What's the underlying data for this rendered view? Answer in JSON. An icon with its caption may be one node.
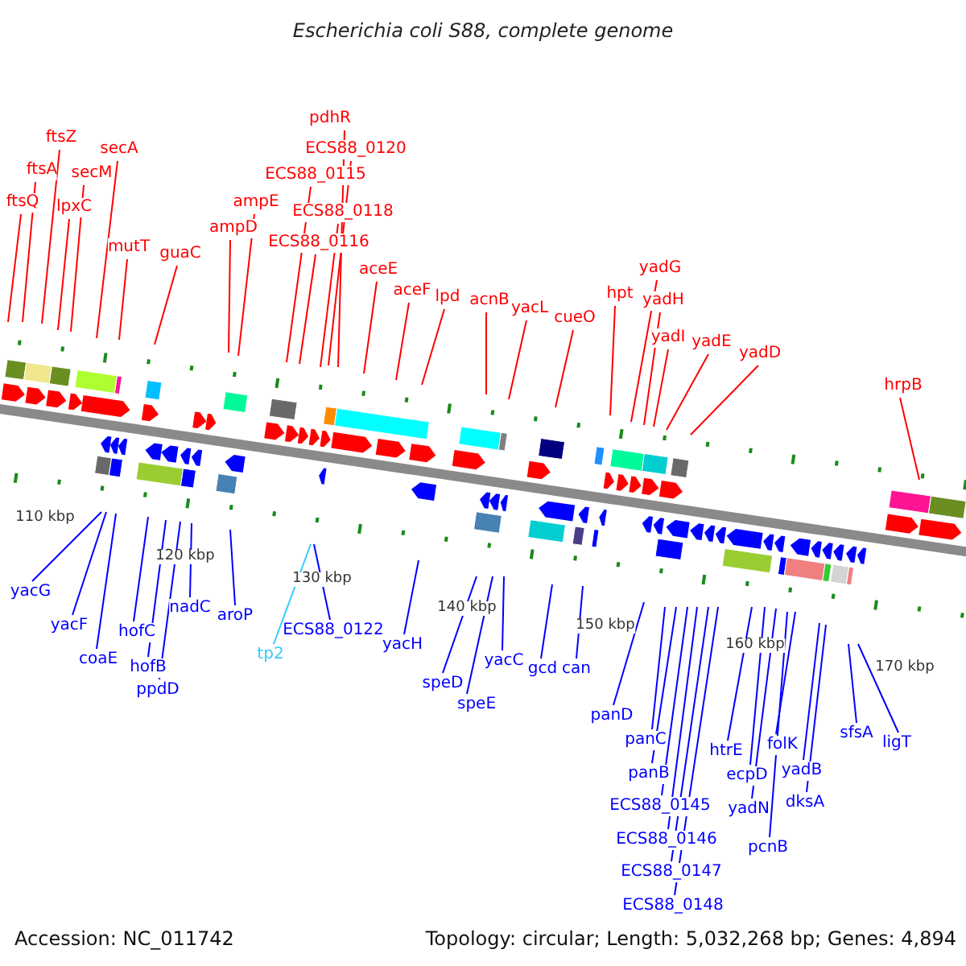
{
  "diagram": {
    "title": "Escherichia coli S88, complete genome",
    "nodes": [
      {
        "text": [
          "ftsQ"
        ]
      },
      {
        "text": [
          "ftsA"
        ]
      },
      {
        "text": [
          "ftsZ"
        ]
      },
      {
        "text": [
          "lpxC"
        ]
      },
      {
        "text": [
          "secM"
        ]
      },
      {
        "text": [
          "secA"
        ]
      },
      {
        "text": [
          "mutT"
        ]
      },
      {
        "text": [
          "guaC"
        ]
      },
      {
        "text": [
          "ampD"
        ]
      },
      {
        "text": [
          "ampE"
        ]
      },
      {
        "text": [
          "ECS88_0115"
        ]
      },
      {
        "text": [
          "pdhR"
        ]
      },
      {
        "text": [
          "ECS88_0120"
        ]
      },
      {
        "text": [
          "ECS88_0118"
        ]
      },
      {
        "text": [
          "ECS88_0116"
        ]
      },
      {
        "text": [
          "aceE"
        ]
      },
      {
        "text": [
          "aceF"
        ]
      },
      {
        "text": [
          "lpd"
        ]
      },
      {
        "text": [
          "acnB"
        ]
      },
      {
        "text": [
          "yacL"
        ]
      },
      {
        "text": [
          "cueO"
        ]
      },
      {
        "text": [
          "hpt"
        ]
      },
      {
        "text": [
          "yadG"
        ]
      },
      {
        "text": [
          "yadH"
        ]
      },
      {
        "text": [
          "yadI"
        ]
      },
      {
        "text": [
          "yadE"
        ]
      },
      {
        "text": [
          "yadD"
        ]
      },
      {
        "text": [
          "hrpB"
        ]
      },
      {
        "text": [
          "yacG"
        ]
      },
      {
        "text": [
          "yacF"
        ]
      },
      {
        "text": [
          "coaE"
        ]
      },
      {
        "text": [
          "hofC"
        ]
      },
      {
        "text": [
          "hofB"
        ]
      },
      {
        "text": [
          "ppdD"
        ]
      },
      {
        "text": [
          "nadC"
        ]
      },
      {
        "text": [
          "aroP"
        ]
      },
      {
        "text": [
          "tp2"
        ]
      },
      {
        "text": [
          "ECS88_0122"
        ]
      },
      {
        "text": [
          "yacH"
        ]
      },
      {
        "text": [
          "speD"
        ]
      },
      {
        "text": [
          "speE"
        ]
      },
      {
        "text": [
          "yacC"
        ]
      },
      {
        "text": [
          "gcd"
        ]
      },
      {
        "text": [
          "can"
        ]
      },
      {
        "text": [
          "panD"
        ]
      },
      {
        "text": [
          "panC"
        ]
      },
      {
        "text": [
          "panB"
        ]
      },
      {
        "text": [
          "ECS88_0145"
        ]
      },
      {
        "text": [
          "ECS88_0146"
        ]
      },
      {
        "text": [
          "ECS88_0147"
        ]
      },
      {
        "text": [
          "ECS88_0148"
        ]
      },
      {
        "text": [
          "htrE"
        ]
      },
      {
        "text": [
          "ecpD"
        ]
      },
      {
        "text": [
          "yadN"
        ]
      },
      {
        "text": [
          "folK"
        ]
      },
      {
        "text": [
          "pcnB"
        ]
      },
      {
        "text": [
          "yadB"
        ]
      },
      {
        "text": [
          "dksA"
        ]
      },
      {
        "text": [
          "sfsA"
        ]
      },
      {
        "text": [
          "ligT"
        ]
      }
    ],
    "edges": [
      {
        "from": 0,
        "to": null,
        "arrow": "none",
        "color": "#ff0000"
      },
      {
        "from": 1,
        "to": null,
        "arrow": "none",
        "color": "#ff0000"
      },
      {
        "from": 2,
        "to": null,
        "arrow": "none",
        "color": "#ff0000"
      },
      {
        "from": 3,
        "to": null,
        "arrow": "none",
        "color": "#ff0000"
      },
      {
        "from": 4,
        "to": null,
        "arrow": "none",
        "color": "#ff0000"
      },
      {
        "from": 5,
        "to": null,
        "arrow": "none",
        "color": "#ff0000"
      },
      {
        "from": 6,
        "to": null,
        "arrow": "none",
        "color": "#ff0000"
      },
      {
        "from": 7,
        "to": null,
        "arrow": "none",
        "color": "#ff0000"
      },
      {
        "from": 8,
        "to": null,
        "arrow": "none",
        "color": "#ff0000"
      },
      {
        "from": 9,
        "to": null,
        "arrow": "none",
        "color": "#ff0000"
      },
      {
        "from": 10,
        "to": null,
        "arrow": "none",
        "color": "#ff0000"
      },
      {
        "from": 11,
        "to": null,
        "arrow": "none",
        "color": "#ff0000"
      },
      {
        "from": 12,
        "to": null,
        "arrow": "none",
        "color": "#ff0000"
      },
      {
        "from": 13,
        "to": null,
        "arrow": "none",
        "color": "#ff0000"
      },
      {
        "from": 14,
        "to": null,
        "arrow": "none",
        "color": "#ff0000"
      },
      {
        "from": 15,
        "to": null,
        "arrow": "none",
        "color": "#ff0000"
      },
      {
        "from": 16,
        "to": null,
        "arrow": "none",
        "color": "#ff0000"
      },
      {
        "from": 17,
        "to": null,
        "arrow": "none",
        "color": "#ff0000"
      },
      {
        "from": 18,
        "to": null,
        "arrow": "none",
        "color": "#ff0000"
      },
      {
        "from": 19,
        "to": null,
        "arrow": "none",
        "color": "#ff0000"
      },
      {
        "from": 20,
        "to": null,
        "arrow": "none",
        "color": "#ff0000"
      },
      {
        "from": 21,
        "to": null,
        "arrow": "none",
        "color": "#ff0000"
      },
      {
        "from": 22,
        "to": null,
        "arrow": "none",
        "color": "#ff0000"
      },
      {
        "from": 23,
        "to": null,
        "arrow": "none",
        "color": "#ff0000"
      },
      {
        "from": 24,
        "to": null,
        "arrow": "none",
        "color": "#ff0000"
      },
      {
        "from": 25,
        "to": null,
        "arrow": "none",
        "color": "#ff0000"
      },
      {
        "from": 26,
        "to": null,
        "arrow": "none",
        "color": "#ff0000"
      },
      {
        "from": 27,
        "to": null,
        "arrow": "none",
        "color": "#ff0000"
      },
      {
        "from": 28,
        "to": null,
        "arrow": "none"
      },
      {
        "from": 29,
        "to": null,
        "arrow": "none"
      },
      {
        "from": 30,
        "to": null,
        "arrow": "none"
      },
      {
        "from": 31,
        "to": null,
        "arrow": "none"
      },
      {
        "from": 32,
        "to": null,
        "arrow": "none"
      },
      {
        "from": 33,
        "to": null,
        "arrow": "none"
      },
      {
        "from": 34,
        "to": null,
        "arrow": "none"
      },
      {
        "from": 35,
        "to": null,
        "arrow": "none"
      },
      {
        "from": 36,
        "to": null,
        "arrow": "none",
        "color": "#33ccff"
      },
      {
        "from": 37,
        "to": null,
        "arrow": "none"
      },
      {
        "from": 38,
        "to": null,
        "arrow": "none"
      },
      {
        "from": 39,
        "to": null,
        "arrow": "none"
      },
      {
        "from": 40,
        "to": null,
        "arrow": "none"
      },
      {
        "from": 41,
        "to": null,
        "arrow": "none"
      },
      {
        "from": 42,
        "to": null,
        "arrow": "none"
      },
      {
        "from": 43,
        "to": null,
        "arrow": "none"
      },
      {
        "from": 44,
        "to": null,
        "arrow": "none"
      },
      {
        "from": 45,
        "to": null,
        "arrow": "none"
      },
      {
        "from": 46,
        "to": null,
        "arrow": "none"
      },
      {
        "from": 47,
        "to": null,
        "arrow": "none"
      },
      {
        "from": 48,
        "to": null,
        "arrow": "none"
      },
      {
        "from": 49,
        "to": null,
        "arrow": "none"
      },
      {
        "from": 50,
        "to": null,
        "arrow": "none"
      },
      {
        "from": 51,
        "to": null,
        "arrow": "none"
      },
      {
        "from": 52,
        "to": null,
        "arrow": "none"
      },
      {
        "from": 53,
        "to": null,
        "arrow": "none"
      },
      {
        "from": 54,
        "to": null,
        "arrow": "none"
      },
      {
        "from": 55,
        "to": null,
        "arrow": "none"
      },
      {
        "from": 56,
        "to": null,
        "arrow": "none"
      },
      {
        "from": 57,
        "to": null,
        "arrow": "none"
      },
      {
        "from": 58,
        "to": null,
        "arrow": "none"
      },
      {
        "from": 59,
        "to": null,
        "arrow": "none"
      }
    ],
    "labels": [
      "110 kbp",
      "120 kbp",
      "130 kbp",
      "140 kbp",
      "150 kbp",
      "160 kbp",
      "170 kbp",
      "Accession: NC_011742",
      "Topology: circular; Length: 5,032,268 bp; Genes: 4,894"
    ]
  }
}
